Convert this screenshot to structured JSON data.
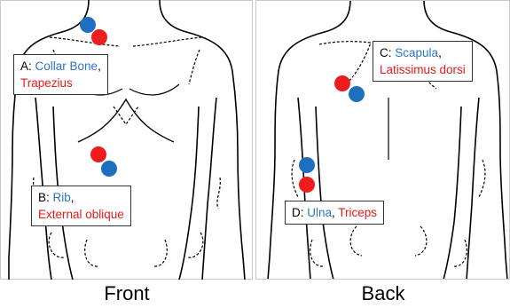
{
  "panels": {
    "front": {
      "caption": "Front"
    },
    "back": {
      "caption": "Back"
    }
  },
  "labels": {
    "a": {
      "prefix": "A: ",
      "bone": "Collar Bone",
      "sep": ",",
      "muscle": "Trapezius"
    },
    "b": {
      "prefix": "B: ",
      "bone": "Rib",
      "sep": ",",
      "muscle": "External oblique"
    },
    "c": {
      "prefix": "C: ",
      "bone": "Scapula",
      "sep": ",",
      "muscle": "Latissimus dorsi"
    },
    "d": {
      "prefix": "D: ",
      "bone": "Ulna",
      "sep": ", ",
      "muscle": "Triceps"
    }
  },
  "colors": {
    "bone": "#2e75c6",
    "muscle": "#e8191c",
    "outline": "#000000"
  }
}
